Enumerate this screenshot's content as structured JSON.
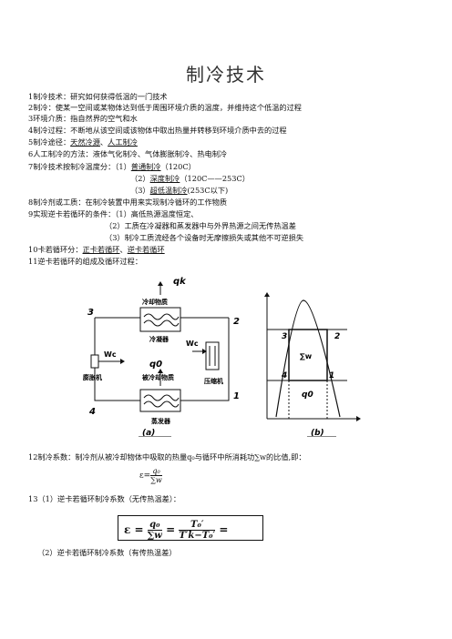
{
  "title": "制冷技术",
  "lines": {
    "l1": "1制冷技术：研究如何获得低温的一门技术",
    "l2": "2制冷：使某一空间或某物体达到低于周围环境介质的温度，并维持这个低温的过程",
    "l3": "3环境介质：指自然界的空气和水",
    "l4": "4制冷过程：不断地从该空间或该物体中取出热量并转移到环境介质中去的过程",
    "l5_pre": "5制冷途径：",
    "l5_a": "天然冷源",
    "l5_sep": "、",
    "l5_b": "人工制冷",
    "l6": "6人工制冷的方法：液体气化制冷、气体膨胀制冷、热电制冷",
    "l7_pre": "7制冷技术按制冷温度分：（1）",
    "l7_a": "普通制冷",
    "l7_a_post": "（120C）",
    "l7b_pre": "（2）",
    "l7b_a": "深度制冷",
    "l7b_post": "（120C——253C）",
    "l7c_pre": "（3）",
    "l7c_a": "超低温制冷",
    "l7c_post": "(253C以下)",
    "l8": "8制冷剂或工质：在制冷装置中用来实现制冷循环的工作物质",
    "l9": "9实现逆卡若循环的条件：（1）高低热源温度恒定、",
    "l9b": "（2）工质在冷凝器和蒸发器中与外界热源之间无传热温差",
    "l9c": "（3）制冷工质流经各个设备时无摩擦损失或其他不可逆损失",
    "l10_pre": "10卡若循环分：",
    "l10_a": "正卡若循环",
    "l10_sep": "、",
    "l10_b": "逆卡若循环",
    "l11": "11逆卡若循环的组成及循环过程：",
    "l12": "12制冷系数：制冷剂从被冷却物体中吸取的热量q₀与循环中所消耗功∑w的比值,即：",
    "l13": "13（1）逆卡若循环制冷系数（无传热温差）：",
    "l14": "（2）逆卡若循环制冷系数（有传热温差）"
  },
  "formula1": {
    "lhs": "ε=",
    "num": "q₀",
    "den": "∑w"
  },
  "formula2": {
    "lhs": "ε",
    "eq1": "=",
    "num1": "q₀",
    "den1": "∑w",
    "eq2": "=",
    "num2": "T₀′",
    "den2": "T′k−T₀′",
    "tail": "="
  },
  "diagram_a": {
    "qk": "qk",
    "top_box": "冷却物质",
    "condenser": "冷凝器",
    "wc_left": "Wc",
    "wc_right": "Wc",
    "q0": "q0",
    "expander": "膨胀机",
    "cooled": "被冷却物质",
    "compressor": "压缩机",
    "evaporator": "蒸发器",
    "n1": "1",
    "n2": "2",
    "n3": "3",
    "n4": "4",
    "caption": "(a)"
  },
  "diagram_b": {
    "sum_w": "∑w",
    "q0": "q0",
    "n1": "1",
    "n2": "2",
    "n3": "3",
    "n4": "4",
    "caption": "(b)"
  }
}
